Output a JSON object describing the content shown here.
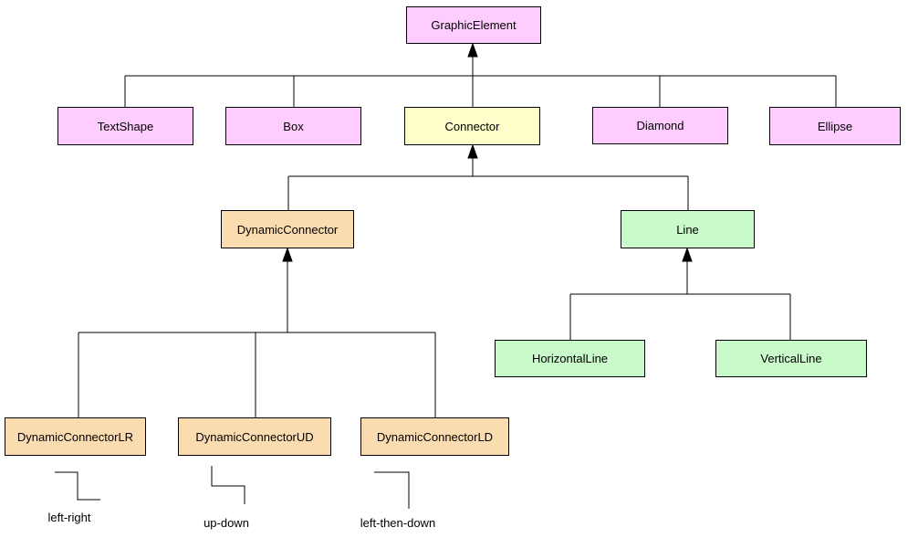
{
  "diagram": {
    "type": "class-hierarchy",
    "colors": {
      "pink": "#FFCCFF",
      "yellow": "#FFFFCC",
      "peach": "#FBDCB0",
      "green": "#C9FAC9",
      "border": "#000000",
      "edge": "#000000",
      "background": "#FFFFFF"
    },
    "nodes": {
      "graphic_element": {
        "label": "GraphicElement",
        "color": "#FFCCFF"
      },
      "text_shape": {
        "label": "TextShape",
        "color": "#FFCCFF"
      },
      "box": {
        "label": "Box",
        "color": "#FFCCFF"
      },
      "connector": {
        "label": "Connector",
        "color": "#FFFFCC"
      },
      "diamond": {
        "label": "Diamond",
        "color": "#FFCCFF"
      },
      "ellipse": {
        "label": "Ellipse",
        "color": "#FFCCFF"
      },
      "dynamic_connector": {
        "label": "DynamicConnector",
        "color": "#FBDCB0"
      },
      "line": {
        "label": "Line",
        "color": "#C9FAC9"
      },
      "dynamic_connector_lr": {
        "label": "DynamicConnectorLR",
        "color": "#FBDCB0"
      },
      "dynamic_connector_ud": {
        "label": "DynamicConnectorUD",
        "color": "#FBDCB0"
      },
      "dynamic_connector_ld": {
        "label": "DynamicConnectorLD",
        "color": "#FBDCB0"
      },
      "horizontal_line": {
        "label": "HorizontalLine",
        "color": "#C9FAC9"
      },
      "vertical_line": {
        "label": "VerticalLine",
        "color": "#C9FAC9"
      }
    },
    "edges": [
      [
        "GraphicElement",
        "TextShape"
      ],
      [
        "GraphicElement",
        "Box"
      ],
      [
        "GraphicElement",
        "Connector"
      ],
      [
        "GraphicElement",
        "Diamond"
      ],
      [
        "GraphicElement",
        "Ellipse"
      ],
      [
        "Connector",
        "DynamicConnector"
      ],
      [
        "Connector",
        "Line"
      ],
      [
        "DynamicConnector",
        "DynamicConnectorLR"
      ],
      [
        "DynamicConnector",
        "DynamicConnectorUD"
      ],
      [
        "DynamicConnector",
        "DynamicConnectorLD"
      ],
      [
        "Line",
        "HorizontalLine"
      ],
      [
        "Line",
        "VerticalLine"
      ]
    ],
    "annotations": {
      "left_right": "left-right",
      "up_down": "up-down",
      "left_then_down": "left-then-down"
    }
  }
}
